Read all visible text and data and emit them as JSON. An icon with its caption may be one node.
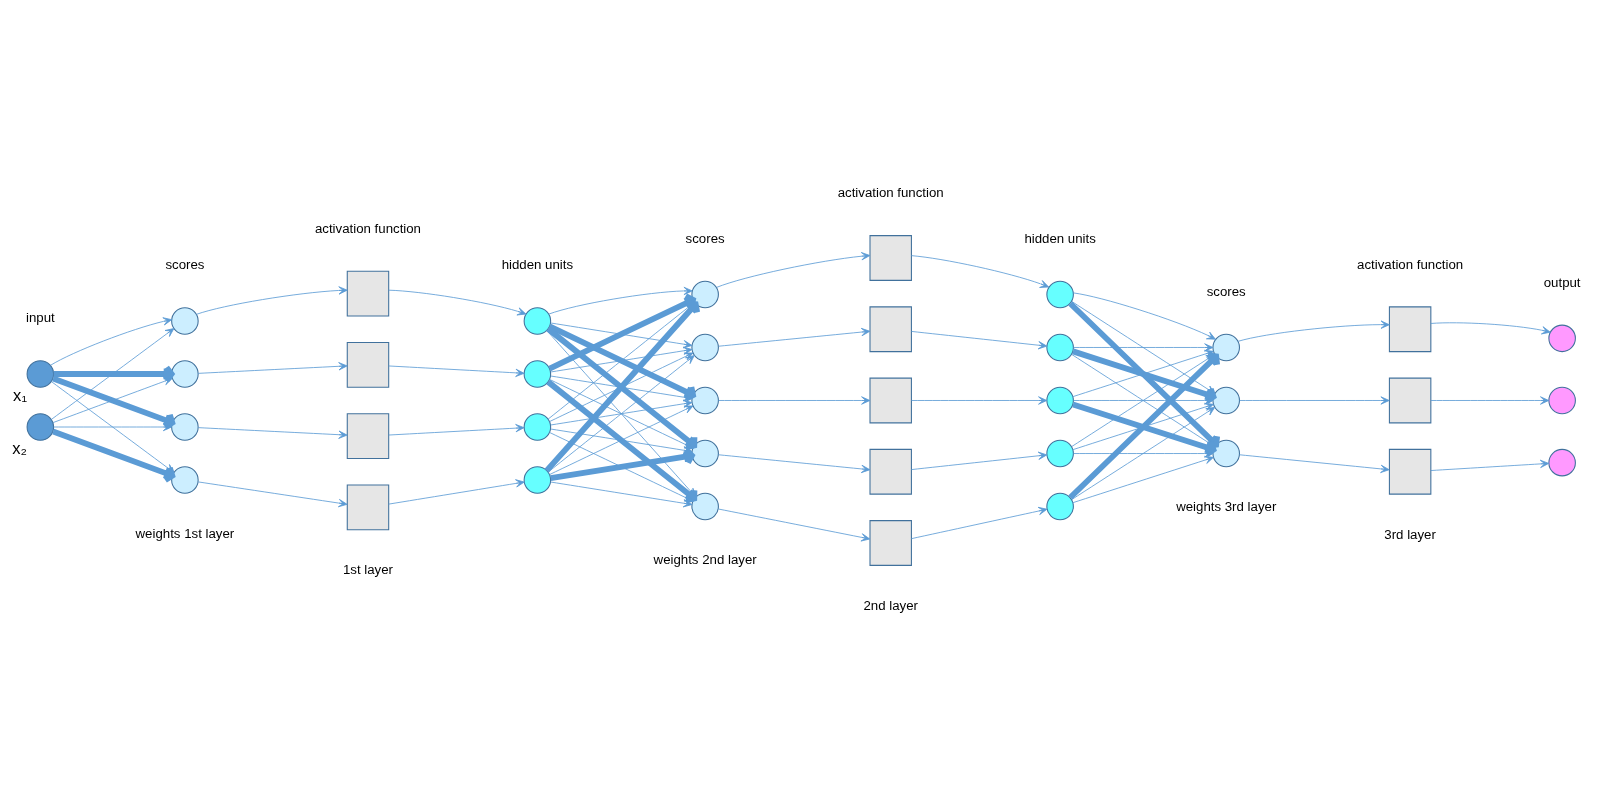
{
  "diagram": {
    "nodes": [
      {
        "text": [],
        "shape": "circle",
        "beside": [
          "x₁"
        ]
      },
      {
        "text": [],
        "shape": "circle",
        "beside": [
          "x₂"
        ]
      },
      {
        "text": [],
        "shape": "circle"
      },
      {
        "text": [],
        "shape": "circle"
      },
      {
        "text": [],
        "shape": "circle"
      },
      {
        "text": [],
        "shape": "circle"
      },
      {
        "text": [],
        "shape": "box"
      },
      {
        "text": [],
        "shape": "box"
      },
      {
        "text": [],
        "shape": "box"
      },
      {
        "text": [],
        "shape": "box"
      },
      {
        "text": [],
        "shape": "circle"
      },
      {
        "text": [],
        "shape": "circle"
      },
      {
        "text": [],
        "shape": "circle"
      },
      {
        "text": [],
        "shape": "circle"
      },
      {
        "text": [],
        "shape": "circle"
      },
      {
        "text": [],
        "shape": "circle"
      },
      {
        "text": [],
        "shape": "circle"
      },
      {
        "text": [],
        "shape": "circle"
      },
      {
        "text": [],
        "shape": "circle"
      },
      {
        "text": [],
        "shape": "box"
      },
      {
        "text": [],
        "shape": "box"
      },
      {
        "text": [],
        "shape": "box"
      },
      {
        "text": [],
        "shape": "box"
      },
      {
        "text": [],
        "shape": "box"
      },
      {
        "text": [],
        "shape": "circle"
      },
      {
        "text": [],
        "shape": "circle"
      },
      {
        "text": [],
        "shape": "circle"
      },
      {
        "text": [],
        "shape": "circle"
      },
      {
        "text": [],
        "shape": "circle"
      },
      {
        "text": [],
        "shape": "circle"
      },
      {
        "text": [],
        "shape": "circle"
      },
      {
        "text": [],
        "shape": "circle"
      },
      {
        "text": [],
        "shape": "box"
      },
      {
        "text": [],
        "shape": "box"
      },
      {
        "text": [],
        "shape": "box"
      },
      {
        "text": [],
        "shape": "circle"
      },
      {
        "text": [],
        "shape": "circle"
      },
      {
        "text": [],
        "shape": "circle"
      }
    ],
    "edges": [
      {
        "from": 0,
        "to": 2,
        "arrow": "to"
      },
      {
        "from": 0,
        "to": 3,
        "arrow": "to",
        "style": "thick"
      },
      {
        "from": 0,
        "to": 4,
        "arrow": "to",
        "style": "thick"
      },
      {
        "from": 0,
        "to": 5,
        "arrow": "to"
      },
      {
        "from": 1,
        "to": 2,
        "arrow": "to"
      },
      {
        "from": 1,
        "to": 3,
        "arrow": "to"
      },
      {
        "from": 1,
        "to": 4,
        "arrow": "to"
      },
      {
        "from": 1,
        "to": 5,
        "arrow": "to",
        "style": "thick"
      },
      {
        "from": 2,
        "to": 6,
        "arrow": "to"
      },
      {
        "from": 3,
        "to": 7,
        "arrow": "to"
      },
      {
        "from": 4,
        "to": 8,
        "arrow": "to"
      },
      {
        "from": 5,
        "to": 9,
        "arrow": "to"
      },
      {
        "from": 6,
        "to": 10,
        "arrow": "to"
      },
      {
        "from": 7,
        "to": 11,
        "arrow": "to"
      },
      {
        "from": 8,
        "to": 12,
        "arrow": "to"
      },
      {
        "from": 9,
        "to": 13,
        "arrow": "to"
      },
      {
        "from": 10,
        "to": 14,
        "arrow": "to"
      },
      {
        "from": 10,
        "to": 15,
        "arrow": "to"
      },
      {
        "from": 10,
        "to": 16,
        "arrow": "to",
        "style": "thick"
      },
      {
        "from": 10,
        "to": 17,
        "arrow": "to",
        "style": "thick"
      },
      {
        "from": 10,
        "to": 18,
        "arrow": "to"
      },
      {
        "from": 11,
        "to": 14,
        "arrow": "to",
        "style": "thick"
      },
      {
        "from": 11,
        "to": 15,
        "arrow": "to"
      },
      {
        "from": 11,
        "to": 16,
        "arrow": "to"
      },
      {
        "from": 11,
        "to": 17,
        "arrow": "to"
      },
      {
        "from": 11,
        "to": 18,
        "arrow": "to",
        "style": "thick"
      },
      {
        "from": 12,
        "to": 14,
        "arrow": "to"
      },
      {
        "from": 12,
        "to": 15,
        "arrow": "to"
      },
      {
        "from": 12,
        "to": 16,
        "arrow": "to"
      },
      {
        "from": 12,
        "to": 17,
        "arrow": "to"
      },
      {
        "from": 12,
        "to": 18,
        "arrow": "to"
      },
      {
        "from": 13,
        "to": 14,
        "arrow": "to",
        "style": "thick"
      },
      {
        "from": 13,
        "to": 15,
        "arrow": "to"
      },
      {
        "from": 13,
        "to": 16,
        "arrow": "to"
      },
      {
        "from": 13,
        "to": 17,
        "arrow": "to",
        "style": "thick"
      },
      {
        "from": 13,
        "to": 18,
        "arrow": "to"
      },
      {
        "from": 14,
        "to": 19,
        "arrow": "to"
      },
      {
        "from": 15,
        "to": 20,
        "arrow": "to"
      },
      {
        "from": 16,
        "to": 21,
        "arrow": "to"
      },
      {
        "from": 17,
        "to": 22,
        "arrow": "to"
      },
      {
        "from": 18,
        "to": 23,
        "arrow": "to"
      },
      {
        "from": 19,
        "to": 24,
        "arrow": "to"
      },
      {
        "from": 20,
        "to": 25,
        "arrow": "to"
      },
      {
        "from": 21,
        "to": 26,
        "arrow": "to"
      },
      {
        "from": 22,
        "to": 27,
        "arrow": "to"
      },
      {
        "from": 23,
        "to": 28,
        "arrow": "to"
      },
      {
        "from": 24,
        "to": 29,
        "arrow": "to"
      },
      {
        "from": 24,
        "to": 30,
        "arrow": "to"
      },
      {
        "from": 24,
        "to": 31,
        "arrow": "to",
        "style": "thick"
      },
      {
        "from": 25,
        "to": 29,
        "arrow": "to"
      },
      {
        "from": 25,
        "to": 30,
        "arrow": "to",
        "style": "thick"
      },
      {
        "from": 25,
        "to": 31,
        "arrow": "to"
      },
      {
        "from": 26,
        "to": 29,
        "arrow": "to"
      },
      {
        "from": 26,
        "to": 30,
        "arrow": "to"
      },
      {
        "from": 26,
        "to": 31,
        "arrow": "to",
        "style": "thick"
      },
      {
        "from": 27,
        "to": 29,
        "arrow": "to"
      },
      {
        "from": 27,
        "to": 30,
        "arrow": "to"
      },
      {
        "from": 27,
        "to": 31,
        "arrow": "to"
      },
      {
        "from": 28,
        "to": 29,
        "arrow": "to",
        "style": "thick"
      },
      {
        "from": 28,
        "to": 30,
        "arrow": "to"
      },
      {
        "from": 28,
        "to": 31,
        "arrow": "to"
      },
      {
        "from": 29,
        "to": 32,
        "arrow": "to"
      },
      {
        "from": 30,
        "to": 33,
        "arrow": "to"
      },
      {
        "from": 31,
        "to": 34,
        "arrow": "to"
      },
      {
        "from": 32,
        "to": 35,
        "arrow": "to"
      },
      {
        "from": 33,
        "to": 36,
        "arrow": "to"
      },
      {
        "from": 34,
        "to": 37,
        "arrow": "to"
      }
    ],
    "labels": [
      "activation function",
      "scores",
      "hidden units",
      "scores",
      "activation function",
      "hidden units",
      "activation function",
      "input",
      "scores",
      "output",
      "weights 1st layer",
      "weights 2nd layer",
      "weights 3rd layer",
      "1st layer",
      "2nd layer",
      "3rd layer"
    ]
  }
}
